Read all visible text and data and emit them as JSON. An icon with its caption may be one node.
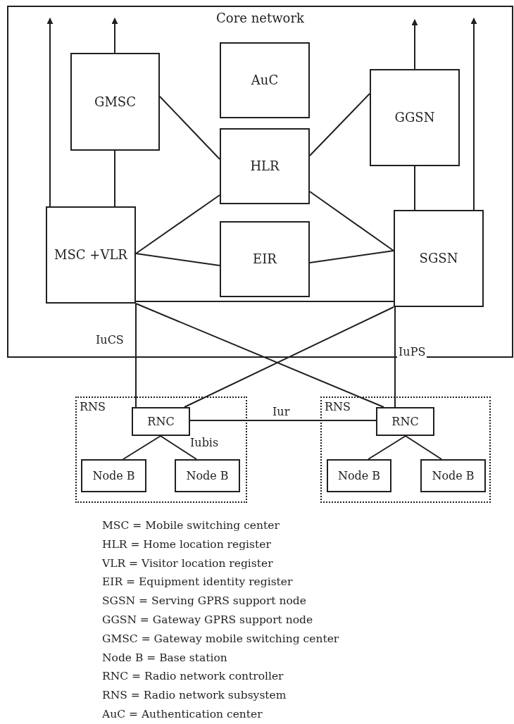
{
  "diagram": {
    "nodes": [
      {
        "text": [
          "Core network"
        ]
      },
      {
        "text": [
          "GMSC"
        ],
        "in": 0
      },
      {
        "text": [
          "AuC"
        ],
        "in": 0
      },
      {
        "text": [
          "GGSN"
        ],
        "in": 0
      },
      {
        "text": [
          "HLR"
        ],
        "in": 0
      },
      {
        "text": [
          "MSC +VLR"
        ],
        "in": 0
      },
      {
        "text": [
          "EIR"
        ],
        "in": 0
      },
      {
        "text": [
          "SGSN"
        ],
        "in": 0
      },
      {
        "text": [
          "RNS"
        ]
      },
      {
        "text": [
          "RNC"
        ],
        "in": 8
      },
      {
        "text": [
          "Node B"
        ],
        "in": 8
      },
      {
        "text": [
          "Node B"
        ],
        "in": 8
      },
      {
        "text": [
          "RNS"
        ]
      },
      {
        "text": [
          "RNC"
        ],
        "in": 12
      },
      {
        "text": [
          "Node B"
        ],
        "in": 12
      },
      {
        "text": [
          "Node B"
        ],
        "in": 12
      }
    ],
    "edges": [
      {
        "from": 5,
        "to": null,
        "arrow": "to"
      },
      {
        "from": 1,
        "to": null,
        "arrow": "to"
      },
      {
        "from": 3,
        "to": null,
        "arrow": "to"
      },
      {
        "from": 7,
        "to": null,
        "arrow": "to"
      },
      {
        "from": 1,
        "to": 5,
        "arrow": "none"
      },
      {
        "from": 1,
        "to": 4,
        "arrow": "none"
      },
      {
        "from": 3,
        "to": 4,
        "arrow": "none"
      },
      {
        "from": 3,
        "to": 7,
        "arrow": "none"
      },
      {
        "from": 5,
        "to": 4,
        "arrow": "none"
      },
      {
        "from": 5,
        "to": 6,
        "arrow": "none"
      },
      {
        "from": 6,
        "to": 7,
        "arrow": "none"
      },
      {
        "from": 4,
        "to": 7,
        "arrow": "none"
      },
      {
        "from": 5,
        "to": 7,
        "arrow": "none"
      },
      {
        "from": 5,
        "to": 9,
        "arrow": "none",
        "label": "IuCS"
      },
      {
        "from": 5,
        "to": 13,
        "arrow": "none"
      },
      {
        "from": 7,
        "to": 9,
        "arrow": "none"
      },
      {
        "from": 7,
        "to": 13,
        "arrow": "none",
        "label": "IuPS"
      },
      {
        "from": 9,
        "to": 13,
        "arrow": "none",
        "label": "Iur"
      },
      {
        "from": 9,
        "to": 10,
        "arrow": "none"
      },
      {
        "from": 9,
        "to": 11,
        "arrow": "none",
        "label": "Iubis"
      },
      {
        "from": 13,
        "to": 14,
        "arrow": "none"
      },
      {
        "from": 13,
        "to": 15,
        "arrow": "none"
      }
    ],
    "labels": [
      "MSC = Mobile switching center",
      "HLR = Home location register",
      "VLR = Visitor location register",
      "EIR = Equipment identity register",
      "SGSN = Serving GPRS support node",
      "GGSN = Gateway GPRS support node",
      "GMSC = Gateway mobile switching center",
      "Node B = Base station",
      "RNC = Radio network controller",
      "RNS = Radio network subsystem",
      "AuC = Authentication center"
    ]
  }
}
